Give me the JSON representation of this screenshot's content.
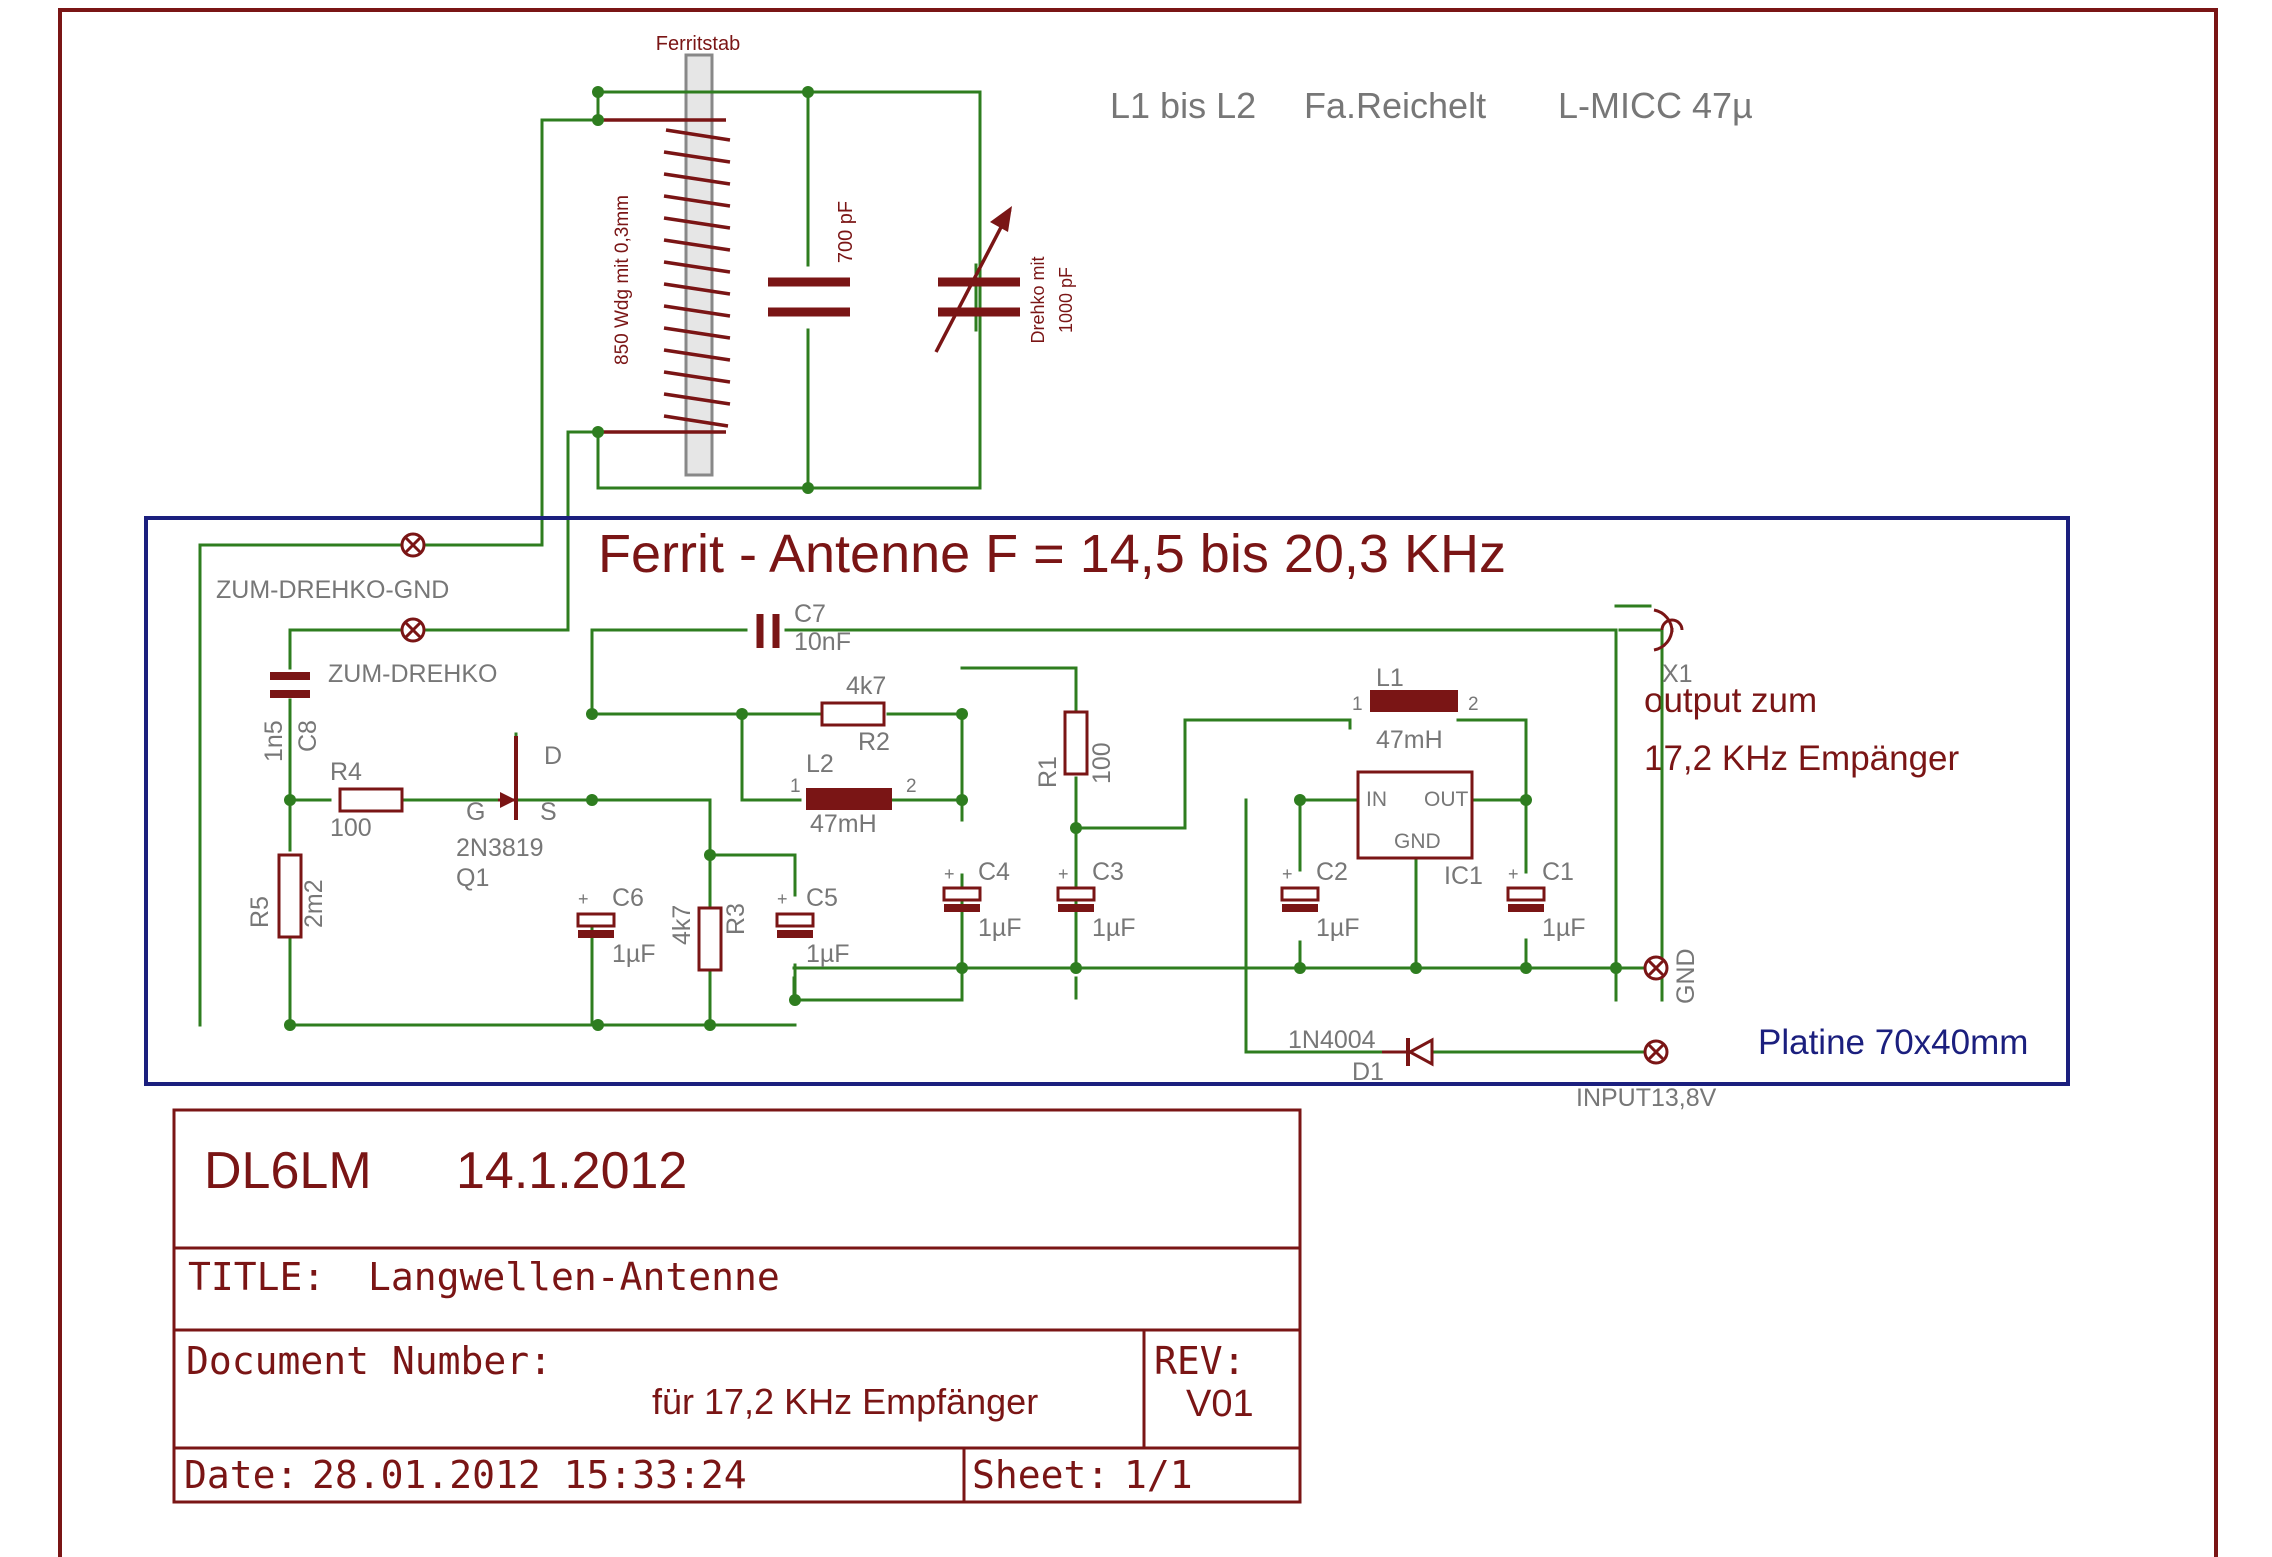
{
  "header": {
    "ferritstab": "Ferritstab",
    "winding": "850 Wdg mit 0,3mm",
    "cap700": "700 pF",
    "drehko_1": "Drehko mit",
    "drehko_2": "1000 pF",
    "note_l": "L1 bis L2",
    "note_fa": "Fa.Reichelt",
    "note_part": "L-MICC 47µ"
  },
  "board": {
    "title": "Ferrit - Antenne F =  14,5 bis 20,3 KHz",
    "platine": "Platine 70x40mm",
    "output_1": "output zum",
    "output_2": "17,2 KHz Empänger"
  },
  "labels": {
    "zum_drehko_gnd": "ZUM-DREHKO-GND",
    "zum_drehko": "ZUM-DREHKO",
    "c7": "C7",
    "c7_val": "10nF",
    "c8": "C8",
    "c8_val": "1n5",
    "r4": "R4",
    "r4_val": "100",
    "r5": "R5",
    "r5_val": "2m2",
    "q1": "Q1",
    "q1_type": "2N3819",
    "q1_g": "G",
    "q1_s": "S",
    "q1_d": "D",
    "r2": "R2",
    "r2_val": "4k7",
    "l2": "L2",
    "l2_val": "47mH",
    "l2_p1": "1",
    "l2_p2": "2",
    "r1": "R1",
    "r1_val": "100",
    "l1": "L1",
    "l1_val": "47mH",
    "l1_p1": "1",
    "l1_p2": "2",
    "r3": "R3",
    "r3_val": "4k7",
    "c6": "C6",
    "c6_val": "1µF",
    "c5": "C5",
    "c5_val": "1µF",
    "c4": "C4",
    "c4_val": "1µF",
    "c3": "C3",
    "c3_val": "1µF",
    "c2": "C2",
    "c2_val": "1µF",
    "c1": "C1",
    "c1_val": "1µF",
    "ic1": "IC1",
    "ic_in": "IN",
    "ic_out": "OUT",
    "ic_gnd": "GND",
    "x1": "X1",
    "gnd": "GND",
    "d1": "D1",
    "d1_type": "1N4004",
    "input": "INPUT13,8V"
  },
  "titleblock": {
    "author": "DL6LM",
    "date_main": "14.1.2012",
    "title_label": "TITLE:",
    "title_value": "Langwellen-Antenne",
    "docnum_label": "Document Number:",
    "docnum_value": "für 17,2 KHz Empfänger",
    "rev_label": "REV:",
    "rev_value": "V01",
    "date_label": "Date:",
    "date_value": "28.01.2012 15:33:24",
    "sheet_label": "Sheet:",
    "sheet_value": "1/1"
  }
}
